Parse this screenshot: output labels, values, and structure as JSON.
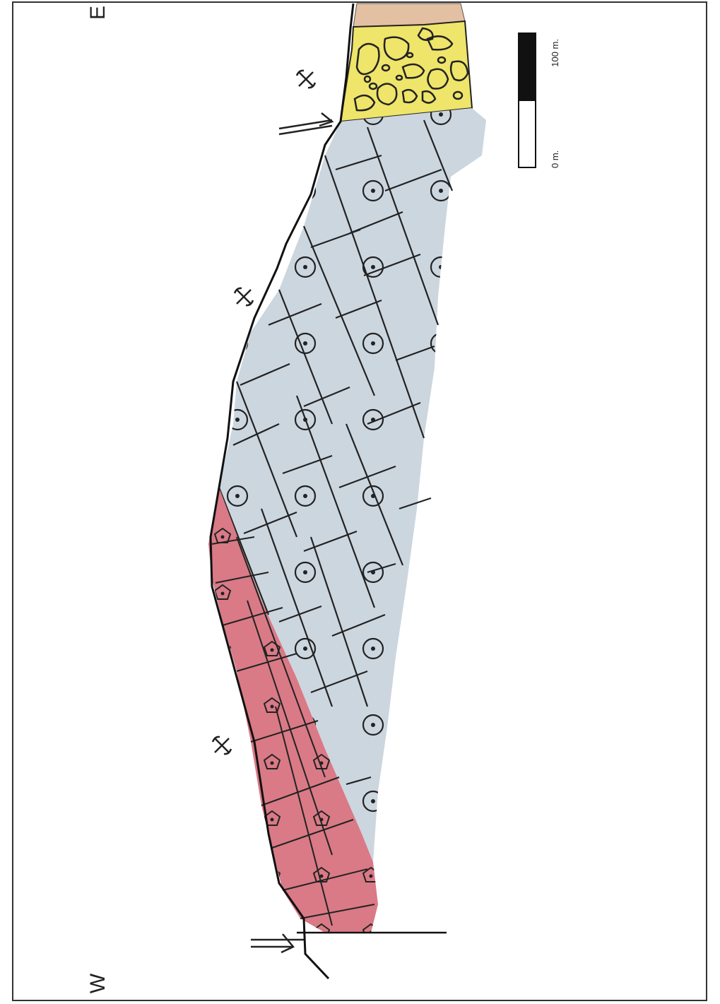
{
  "directions": {
    "east": "E",
    "west": "W"
  },
  "scale_bar": {
    "min_label": "0 m.",
    "max_label": "100 m."
  },
  "units": [
    {
      "name": "soil-cover",
      "color": "#e4c0a2"
    },
    {
      "name": "breccia",
      "color": "#eee56a"
    },
    {
      "name": "limestone",
      "color": "#ccd6df"
    },
    {
      "name": "red-limestone",
      "color": "#d97a86"
    }
  ],
  "symbols": {
    "mine-count": 3,
    "fault-count": 2,
    "pattern-limestone": "dot-in-circle",
    "pattern-red-limestone": "pentagon-with-dot",
    "pattern-breccia": "clasts"
  }
}
